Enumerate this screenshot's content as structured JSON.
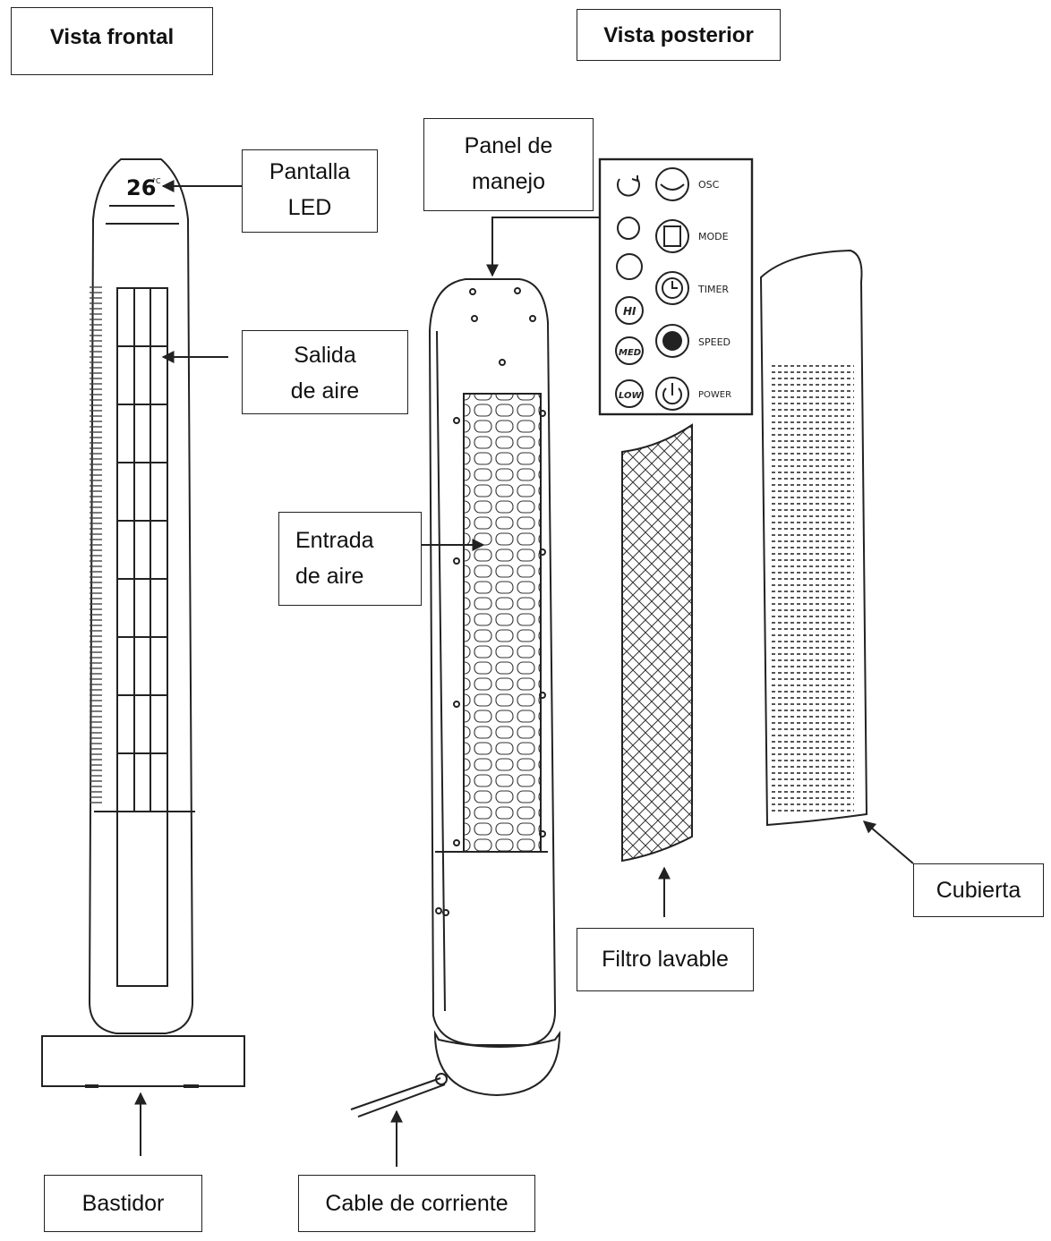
{
  "view_titles": {
    "front": "Vista frontal",
    "rear": "Vista posterior"
  },
  "labels": {
    "led_display": [
      "Pantalla",
      "LED"
    ],
    "control_panel": [
      "Panel de",
      "manejo"
    ],
    "air_outlet": [
      "Salida",
      "de aire"
    ],
    "air_inlet": [
      "Entrada",
      "de aire"
    ],
    "washable_filter": "Filtro lavable",
    "cover": "Cubierta",
    "base": "Bastidor",
    "power_cable": "Cable de corriente"
  },
  "display_reading": "26",
  "display_unit": "°C",
  "control_panel_buttons": {
    "osc": "OSC",
    "mode": "MODE",
    "timer": "TIMER",
    "speed": "SPEED",
    "power": "POWER",
    "hi": "HI",
    "med": "MED",
    "low": "LOW"
  },
  "colors": {
    "line": "#222222",
    "background": "#ffffff"
  }
}
